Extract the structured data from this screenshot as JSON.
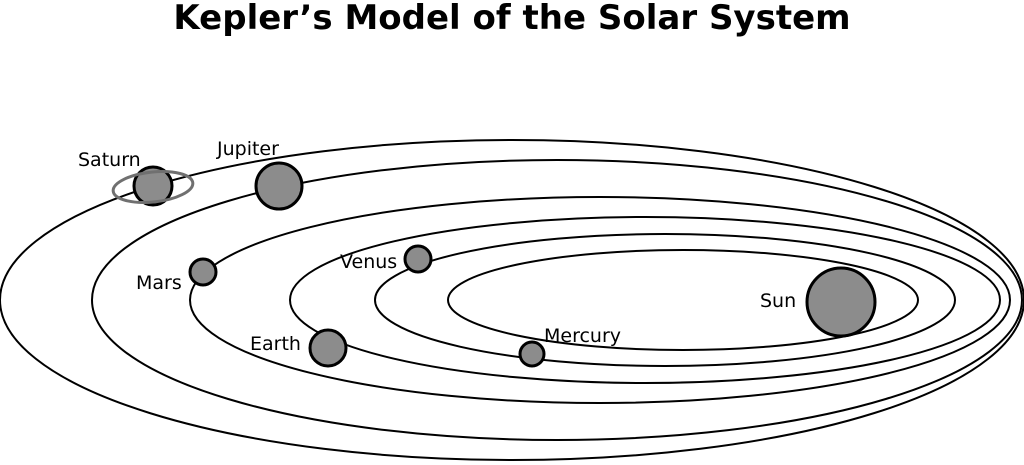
{
  "title": "Kepler’s Model of the Solar System",
  "colors": {
    "orbit_stroke": "#000000",
    "body_fill": "#8c8c8c",
    "body_stroke": "#000000",
    "ring_stroke": "#707070",
    "background": "#ffffff"
  },
  "bodies": {
    "sun": "Sun",
    "mercury": "Mercury",
    "venus": "Venus",
    "earth": "Earth",
    "mars": "Mars",
    "jupiter": "Jupiter",
    "saturn": "Saturn"
  }
}
